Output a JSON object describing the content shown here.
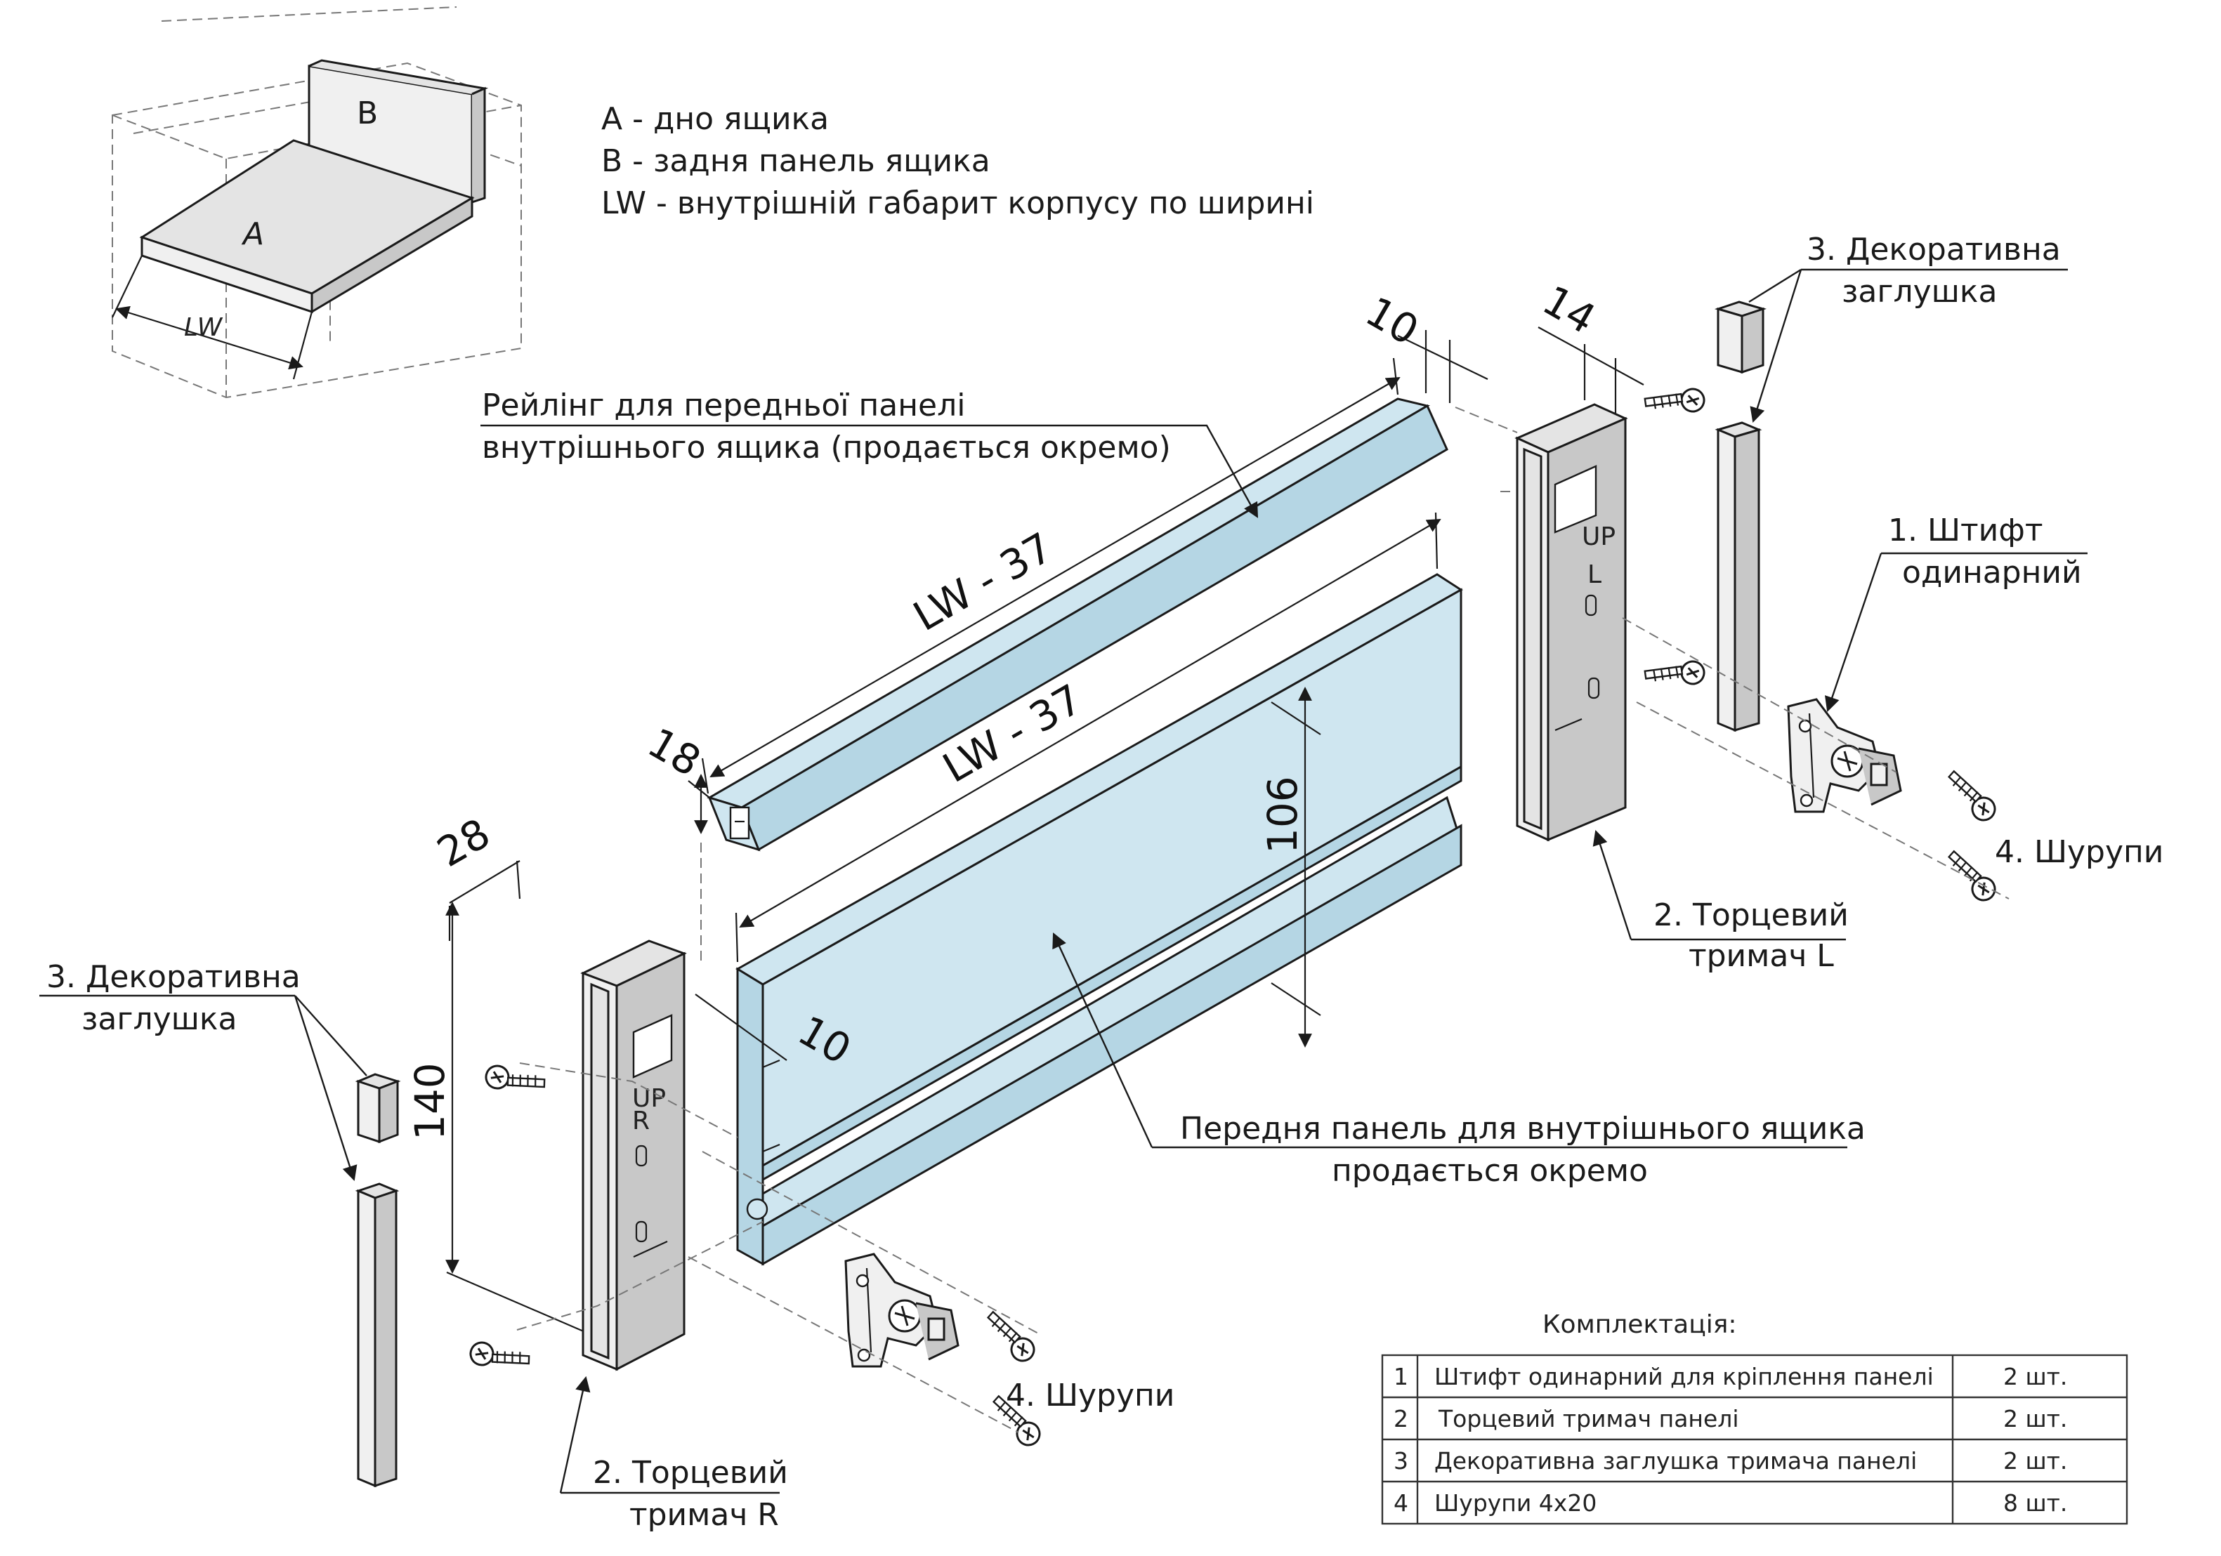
{
  "legend": {
    "a": "A - дно ящика",
    "b": "B - задня панель ящика",
    "lw": "LW - внутрішній габарит корпусу по ширині"
  },
  "small_box": {
    "label_a": "A",
    "label_b": "B",
    "label_lw": "LW"
  },
  "callouts": {
    "railing_line1": "Рейлінг для передньої  панелі",
    "railing_line2": "внутрішнього ящика  (продається окремо)",
    "cap_right_line1": "3. Декоративна",
    "cap_right_line2": "заглушка",
    "pin_line1": "1. Штифт",
    "pin_line2": "одинарний",
    "screws_right": "4. Шурупи",
    "holder_l_line1": "2. Торцевий",
    "holder_l_line2": "тримач L",
    "cap_left_line1": "3. Декоративна",
    "cap_left_line2": "заглушка",
    "front_panel_line1": "Передня панель для внутрішнього ящика",
    "front_panel_line2": "продається окремо",
    "screws_bottom": "4. Шурупи",
    "holder_r_line1": "2. Торцевий",
    "holder_r_line2": "тримач R"
  },
  "dimensions": {
    "rail_width": "10",
    "holder_l_depth": "14",
    "rail_length": "LW - 37",
    "panel_length": "LW - 37",
    "rail_height": "18",
    "panel_height": "106",
    "holder_r_depth": "28",
    "holder_height": "140",
    "panel_offset": "10"
  },
  "marks": {
    "up": "UP",
    "left": "L",
    "right": "R"
  },
  "kit": {
    "title": "Комплектація:",
    "rows": [
      {
        "n": "1",
        "name": "Штифт одинарний для кріплення панелі",
        "qty": "2 шт."
      },
      {
        "n": "2",
        "name": "Торцевий тримач панелі",
        "qty": "2 шт."
      },
      {
        "n": "3",
        "name": "Декоративна заглушка тримача панелі",
        "qty": "2 шт."
      },
      {
        "n": "4",
        "name": "Шурупи 4x20",
        "qty": "8 шт."
      }
    ]
  }
}
